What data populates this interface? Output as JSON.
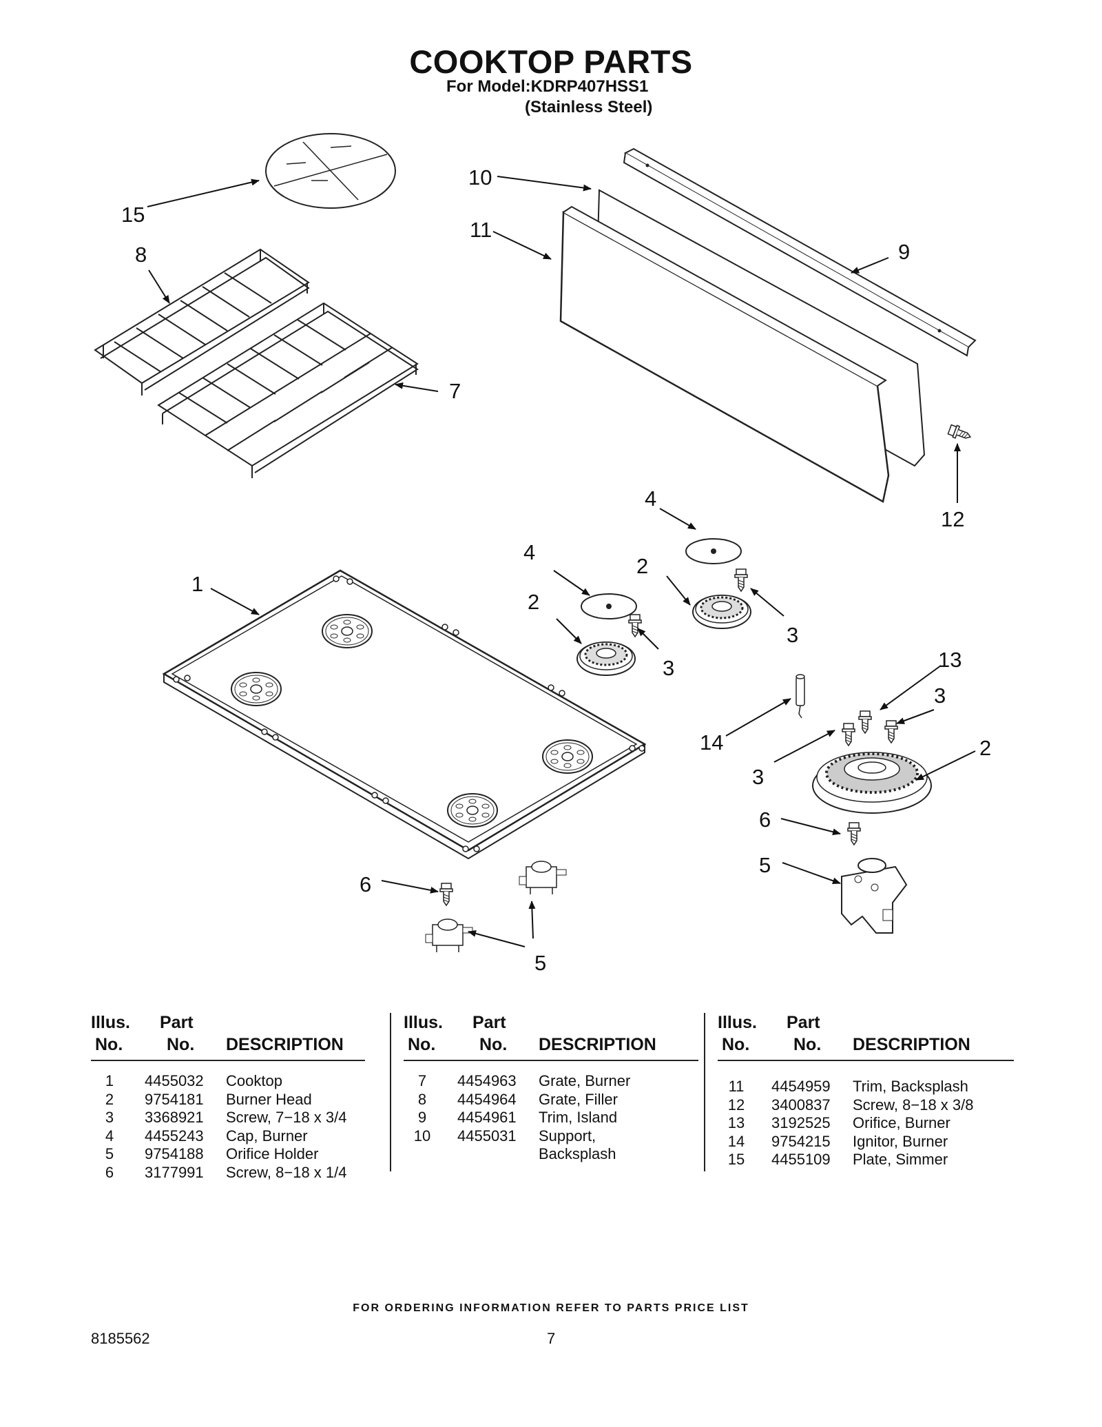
{
  "header": {
    "title": "COOKTOP PARTS",
    "model": "For Model:KDRP407HSS1",
    "finish": "(Stainless Steel)"
  },
  "callouts": [
    "15",
    "8",
    "7",
    "10",
    "11",
    "9",
    "12",
    "4",
    "4",
    "2",
    "2",
    "3",
    "3",
    "1",
    "13",
    "3",
    "14",
    "3",
    "2",
    "6",
    "5",
    "6",
    "5"
  ],
  "parts_table": {
    "headers": {
      "illus_line1": "Illus.",
      "illus_line2": "No.",
      "part_line1": "Part",
      "part_line2": "No.",
      "description": "DESCRIPTION"
    },
    "columns": [
      [
        {
          "no": "1",
          "part": "4455032",
          "desc": "Cooktop"
        },
        {
          "no": "2",
          "part": "9754181",
          "desc": "Burner Head"
        },
        {
          "no": "3",
          "part": "3368921",
          "desc": "Screw, 7−18 x 3/4"
        },
        {
          "no": "4",
          "part": "4455243",
          "desc": "Cap, Burner"
        },
        {
          "no": "5",
          "part": "9754188",
          "desc": "Orifice Holder"
        },
        {
          "no": "6",
          "part": "3177991",
          "desc": "Screw, 8−18 x 1/4"
        }
      ],
      [
        {
          "no": "7",
          "part": "4454963",
          "desc": "Grate, Burner"
        },
        {
          "no": "8",
          "part": "4454964",
          "desc": "Grate, Filler"
        },
        {
          "no": "9",
          "part": "4454961",
          "desc": "Trim, Island"
        },
        {
          "no": "10",
          "part": "4455031",
          "desc": "Support,"
        },
        {
          "no": "",
          "part": "",
          "desc": "Backsplash"
        }
      ],
      [
        {
          "no": "11",
          "part": "4454959",
          "desc": "Trim, Backsplash"
        },
        {
          "no": "12",
          "part": "3400837",
          "desc": "Screw, 8−18 x 3/8"
        },
        {
          "no": "13",
          "part": "3192525",
          "desc": "Orifice, Burner"
        },
        {
          "no": "14",
          "part": "9754215",
          "desc": "Ignitor, Burner"
        },
        {
          "no": "15",
          "part": "4455109",
          "desc": "Plate, Simmer"
        }
      ]
    ]
  },
  "footer": {
    "ordering_note": "FOR ORDERING INFORMATION REFER TO PARTS PRICE LIST",
    "document_number": "8185562",
    "page_number": "7"
  }
}
